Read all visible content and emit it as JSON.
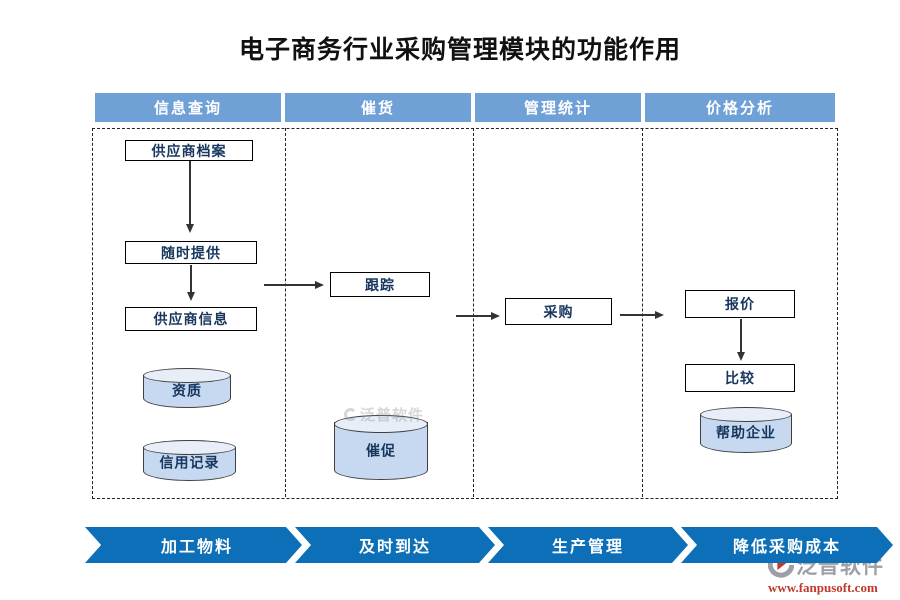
{
  "title": "电子商务行业采购管理模块的功能作用",
  "columns": [
    {
      "label": "信息查询"
    },
    {
      "label": "催货"
    },
    {
      "label": "管理统计"
    },
    {
      "label": "价格分析"
    }
  ],
  "flow": {
    "supplier_archive": "供应商档案",
    "provide_anytime": "随时提供",
    "supplier_info": "供应商信息",
    "qualification": "资质",
    "credit_record": "信用记录",
    "tracking": "跟踪",
    "urge": "催促",
    "procurement": "采购",
    "quotation": "报价",
    "compare": "比较",
    "help_enterprise": "帮助企业"
  },
  "banners": [
    {
      "label": "加工物料"
    },
    {
      "label": "及时到达"
    },
    {
      "label": "生产管理"
    },
    {
      "label": "降低采购成本"
    }
  ],
  "brand": {
    "name": "泛普软件",
    "url": "www.fanpusoft.com",
    "watermark": "泛普软件"
  },
  "colors": {
    "header_blue": "#6FA0D6",
    "banner_blue": "#0C6FB7",
    "cylinder_fill": "#C6D9F0",
    "label_navy": "#17375E",
    "logo_gray": "#9CA0A6",
    "logo_red": "#C0392B"
  }
}
